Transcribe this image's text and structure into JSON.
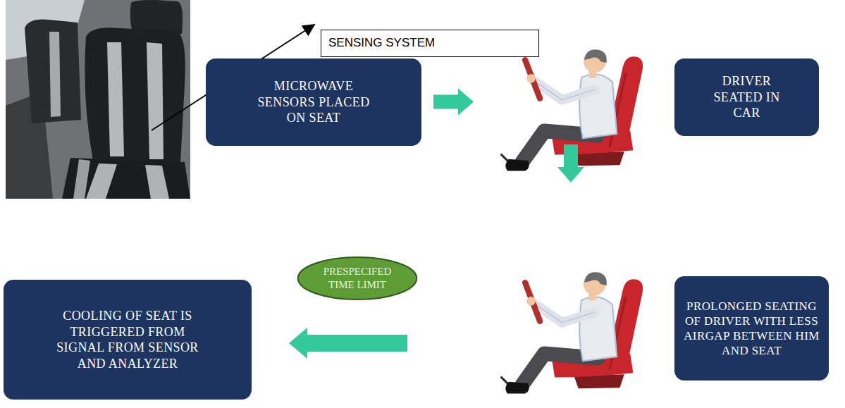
{
  "diagram": {
    "nodes": [
      {
        "text": [
          "SENSING SYSTEM"
        ]
      },
      {
        "text": [
          "MICROWAVE SENSORS PLACED ON SEAT"
        ]
      },
      {
        "text": [
          "DRIVER SEATED IN CAR"
        ]
      },
      {
        "text": [
          "PROLONGED SEATING OF DRIVER WITH LESS AIRGAP BETWEEN HIM AND SEAT"
        ]
      },
      {
        "text": [
          "PRESPECIFED TIME LIMIT"
        ]
      },
      {
        "text": [
          "COOLING OF SEAT IS TRIGGERED FROM SIGNAL FROM SENSOR AND ANALYZER"
        ]
      }
    ],
    "edges": [
      {
        "from": 1,
        "to": 2,
        "arrow": "to"
      },
      {
        "from": 2,
        "to": 3,
        "arrow": "to"
      },
      {
        "from": 3,
        "to": 5,
        "arrow": "to"
      }
    ]
  }
}
